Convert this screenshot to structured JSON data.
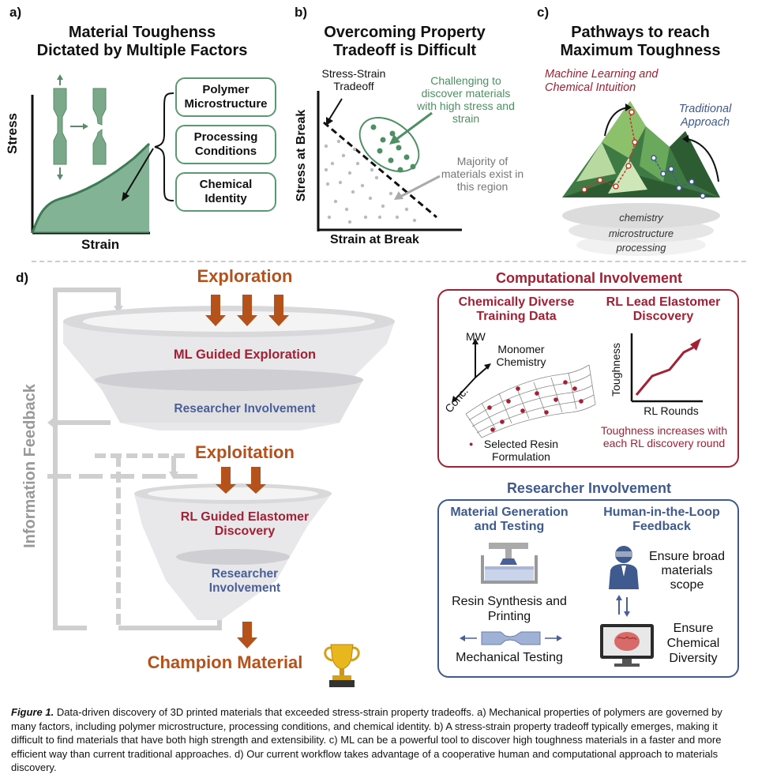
{
  "panel_a": {
    "label": "a)",
    "title_line1": "Material Toughenss",
    "title_line2": "Dictated by Multiple Factors",
    "ylabel": "Stress",
    "xlabel": "Strain",
    "factors": [
      "Polymer Microstructure",
      "Processing Conditions",
      "Chemical Identity"
    ]
  },
  "panel_b": {
    "label": "b)",
    "title_line1": "Overcoming Property",
    "title_line2": "Tradeoff is Difficult",
    "tradeoff_label": "Stress-Strain Tradeoff",
    "challenge_text": "Challenging to discover materials with high stress and strain",
    "majority_text": "Majority of materials exist in this region",
    "ylabel": "Stress at Break",
    "xlabel": "Strain at Break"
  },
  "panel_c": {
    "label": "c)",
    "title_line1": "Pathways to reach",
    "title_line2": "Maximum Toughness",
    "ml_text": "Machine Learning and Chemical Intuition",
    "traditional_text": "Traditional Approach",
    "layers": [
      "chemistry",
      "microstructure",
      "processing"
    ]
  },
  "panel_d": {
    "label": "d)",
    "exploration": "Exploration",
    "ml_guided": "ML Guided Exploration",
    "researcher1": "Researcher Involvement",
    "exploitation": "Exploitation",
    "rl_guided": "RL Guided Elastomer Discovery",
    "researcher2": "Researcher Involvement",
    "champion": "Champion Material",
    "feedback": "Information Feedback",
    "computational_header": "Computational Involvement",
    "training_title": "Chemically Diverse Training Data",
    "axis_mw": "MW",
    "axis_monomer": "Monomer Chemistry",
    "axis_conc": "Conc.",
    "selected_resin": "Selected Resin Formulation",
    "rl_title": "RL Lead Elastomer Discovery",
    "toughness_label": "Toughness",
    "rl_rounds": "RL Rounds",
    "rl_note": "Toughness increases with each RL discovery round",
    "researcher_header": "Researcher Involvement",
    "matgen_title": "Material Generation and Testing",
    "resin_synth": "Resin Synthesis and Printing",
    "mech_testing": "Mechanical Testing",
    "hitl_title": "Human-in-the-Loop Feedback",
    "ensure_broad": "Ensure broad materials scope",
    "ensure_chem": "Ensure Chemical Diversity"
  },
  "caption": {
    "label": "Figure 1.",
    "text": "Data-driven discovery of 3D printed materials that exceeded stress-strain property tradeoffs. a) Mechanical properties of polymers are governed by many factors, including polymer microstructure, processing conditions, and chemical identity. b) A stress-strain property tradeoff typically emerges, making it difficult to find materials that have both high strength and extensibility. c) ML can be a powerful tool to discover high toughness materials in a faster and more efficient way than current traditional approaches. d) Our current workflow takes advantage of a cooperative human and computational approach to materials discovery."
  },
  "colors": {
    "green": "#5a9a72",
    "red": "#a32035",
    "blue": "#3f5a8f",
    "orange": "#b5521c"
  }
}
